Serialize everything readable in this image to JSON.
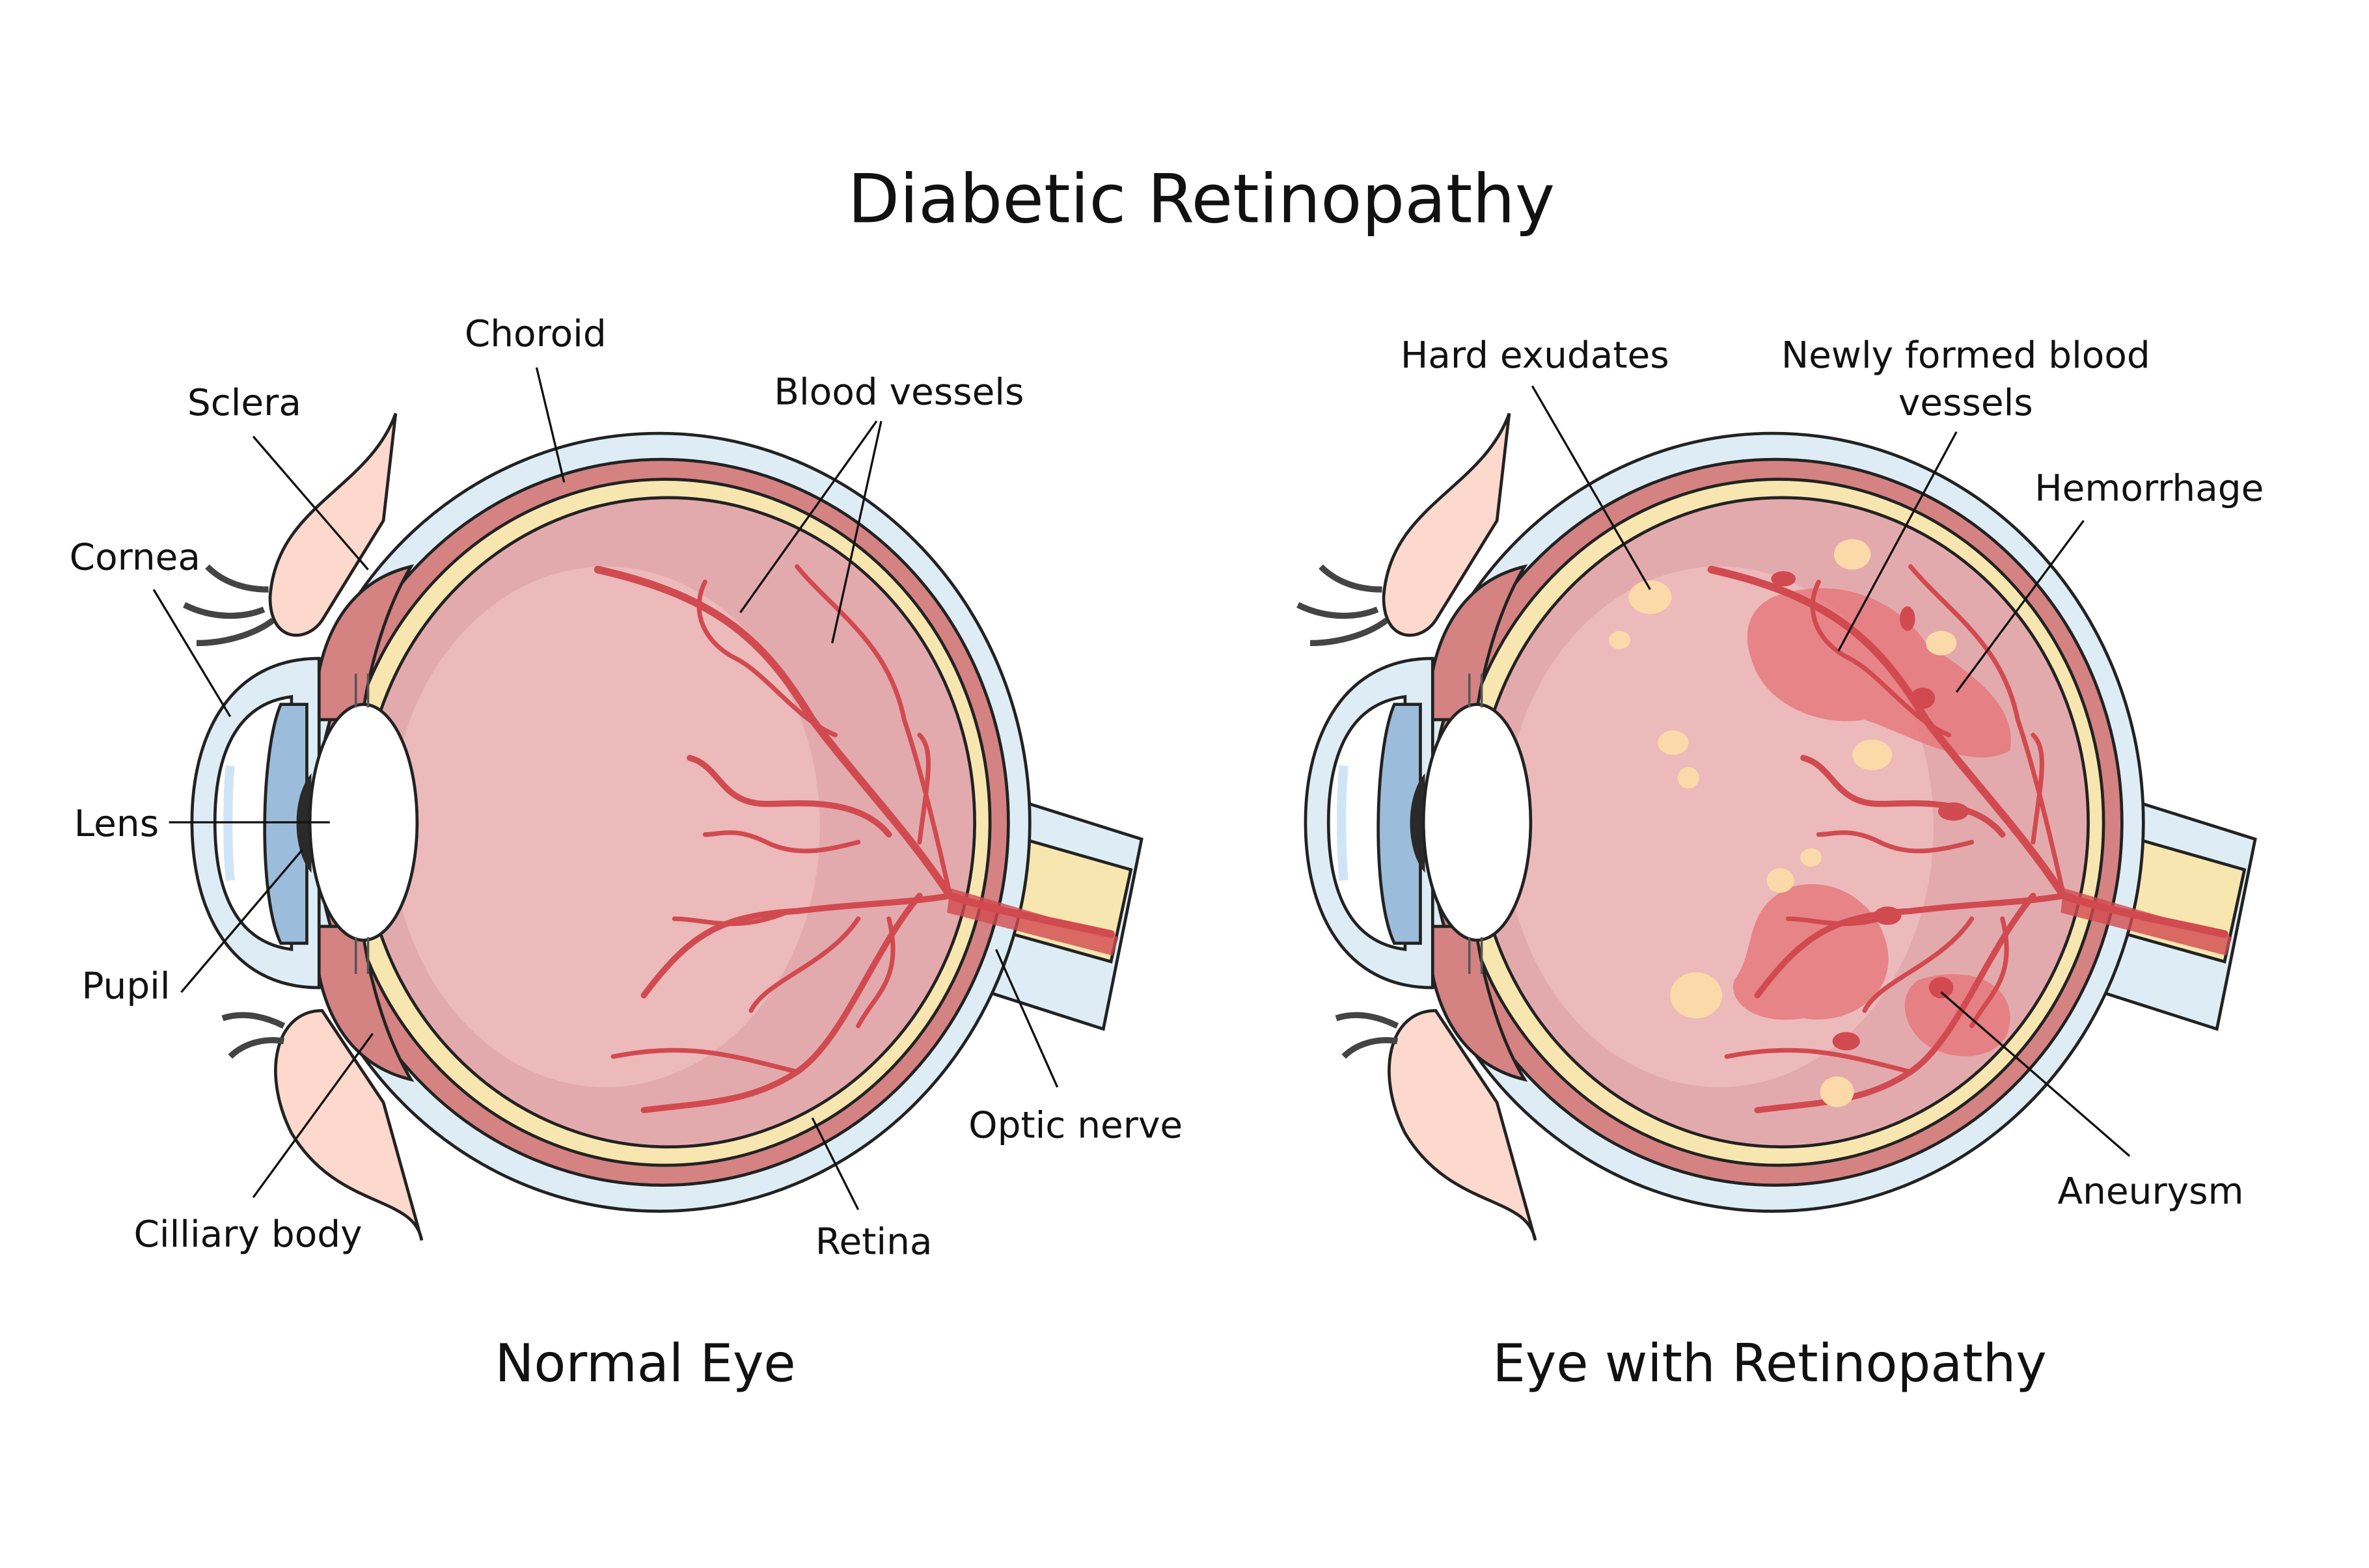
{
  "title": "Diabetic Retinopathy",
  "normal_eye": {
    "caption": "Normal Eye",
    "labels": {
      "choroid": "Choroid",
      "sclera": "Sclera",
      "cornea": "Cornea",
      "lens": "Lens",
      "pupil": "Pupil",
      "ciliary_body": "Cilliary body",
      "blood_vessels": "Blood vessels",
      "optic_nerve": "Optic nerve",
      "retina": "Retina"
    }
  },
  "retinopathy_eye": {
    "caption": "Eye with Retinopathy",
    "labels": {
      "hard_exudates": "Hard exudates",
      "new_vessels_line1": "Newly formed blood",
      "new_vessels_line2": "vessels",
      "hemorrhage": "Hemorrhage",
      "aneurysm": "Aneurysm"
    }
  },
  "colors": {
    "sclera": "#deedf5",
    "choroid": "#d48282",
    "retina": "#f8e6b0",
    "vitreous": "#e3aaad",
    "vessel": "#d14a4f",
    "exudate": "#fcd9a8"
  }
}
